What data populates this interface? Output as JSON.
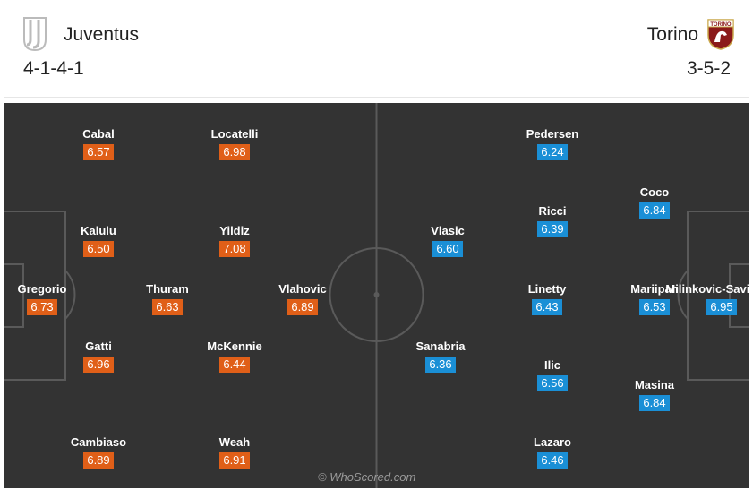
{
  "home": {
    "name": "Juventus",
    "formation": "4-1-4-1",
    "players": [
      {
        "name": "Cabal",
        "rating": "6.57"
      },
      {
        "name": "Locatelli",
        "rating": "6.98"
      },
      {
        "name": "Kalulu",
        "rating": "6.50"
      },
      {
        "name": "Yildiz",
        "rating": "7.08"
      },
      {
        "name": "Gregorio",
        "rating": "6.73"
      },
      {
        "name": "Thuram",
        "rating": "6.63"
      },
      {
        "name": "Vlahovic",
        "rating": "6.89"
      },
      {
        "name": "Gatti",
        "rating": "6.96"
      },
      {
        "name": "McKennie",
        "rating": "6.44"
      },
      {
        "name": "Cambiaso",
        "rating": "6.89"
      },
      {
        "name": "Weah",
        "rating": "6.91"
      }
    ]
  },
  "away": {
    "name": "Torino",
    "formation": "3-5-2",
    "crest_text": "TORINO",
    "players": [
      {
        "name": "Pedersen",
        "rating": "6.24"
      },
      {
        "name": "Coco",
        "rating": "6.84"
      },
      {
        "name": "Ricci",
        "rating": "6.39"
      },
      {
        "name": "Vlasic",
        "rating": "6.60"
      },
      {
        "name": "Linetty",
        "rating": "6.43"
      },
      {
        "name": "Mariipan",
        "rating": "6.53"
      },
      {
        "name": "Milinkovic-Savic",
        "rating": "6.95"
      },
      {
        "name": "Sanabria",
        "rating": "6.36"
      },
      {
        "name": "Ilic",
        "rating": "6.56"
      },
      {
        "name": "Masina",
        "rating": "6.84"
      },
      {
        "name": "Lazaro",
        "rating": "6.46"
      }
    ]
  },
  "watermark": "© WhoScored.com",
  "colors": {
    "home_rating": "#e05f18",
    "away_rating": "#1a8fd6",
    "pitch": "#333333"
  }
}
